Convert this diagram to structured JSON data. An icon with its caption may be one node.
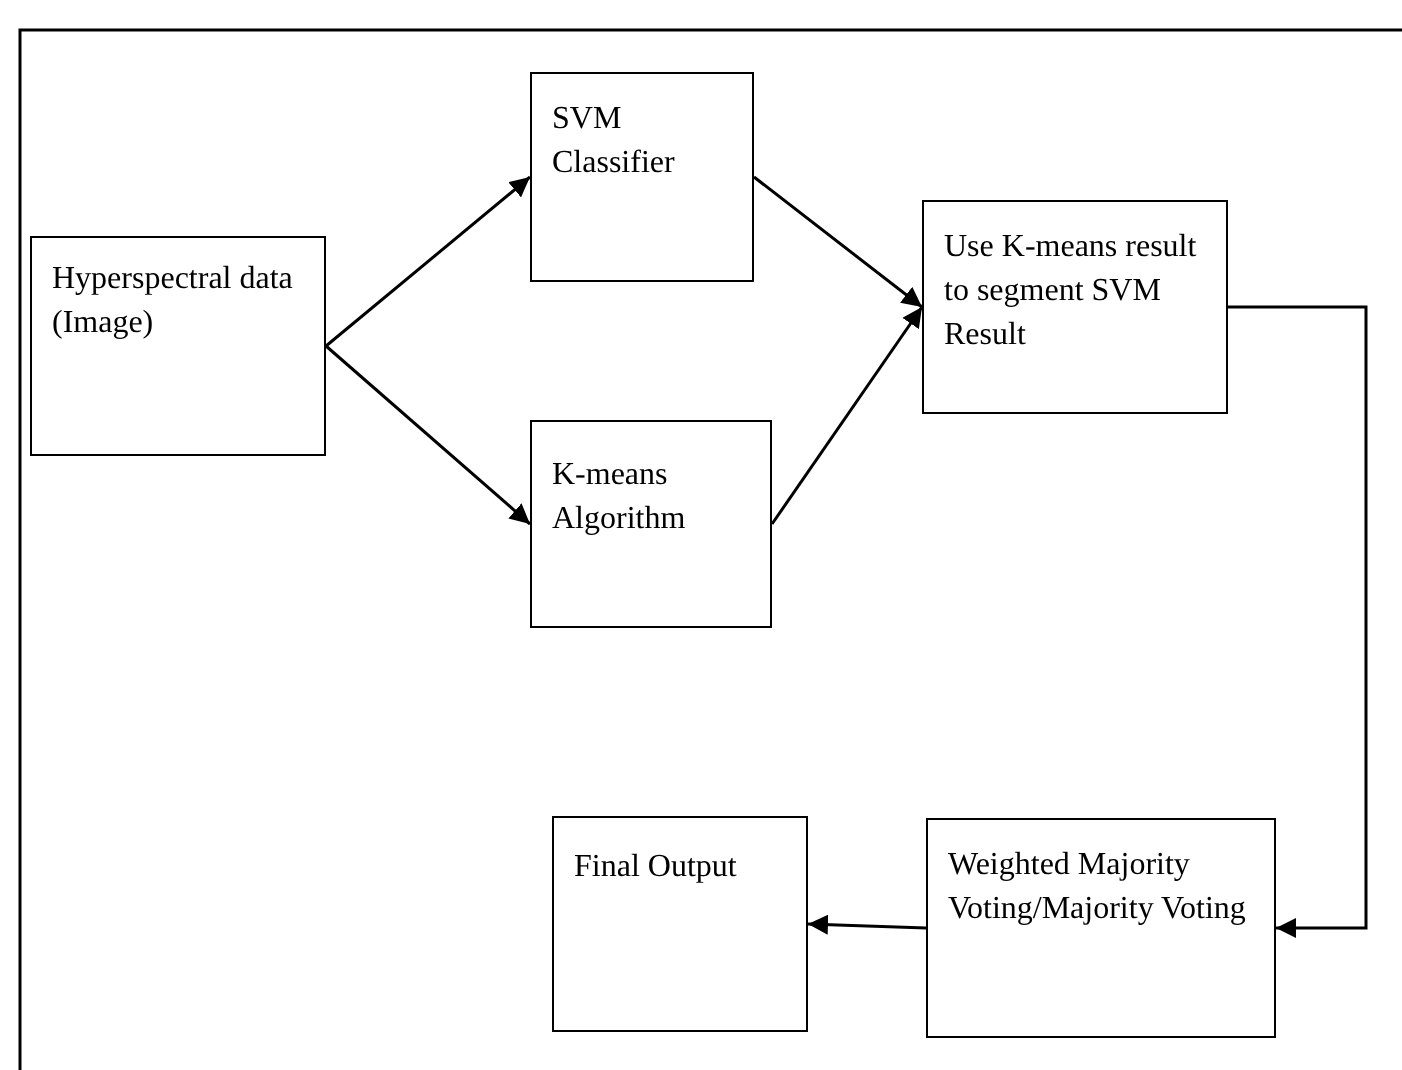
{
  "diagram": {
    "nodes": [
      {
        "text": [
          "Hyperspectral data (Image)"
        ]
      },
      {
        "text": [
          "SVM Classifier"
        ]
      },
      {
        "text": [
          "K-means Algorithm"
        ]
      },
      {
        "text": [
          "Use K-means result to segment SVM Result"
        ]
      },
      {
        "text": [
          "Weighted Majority Voting/Majority Voting"
        ]
      },
      {
        "text": [
          "Final Output"
        ]
      }
    ],
    "edges": [
      {
        "from": 0,
        "to": 1,
        "arrow": "to"
      },
      {
        "from": 0,
        "to": 2,
        "arrow": "to"
      },
      {
        "from": 1,
        "to": 3,
        "arrow": "to"
      },
      {
        "from": 2,
        "to": 3,
        "arrow": "to"
      },
      {
        "from": 3,
        "to": 4,
        "arrow": "to"
      },
      {
        "from": 4,
        "to": 5,
        "arrow": "to"
      }
    ]
  }
}
